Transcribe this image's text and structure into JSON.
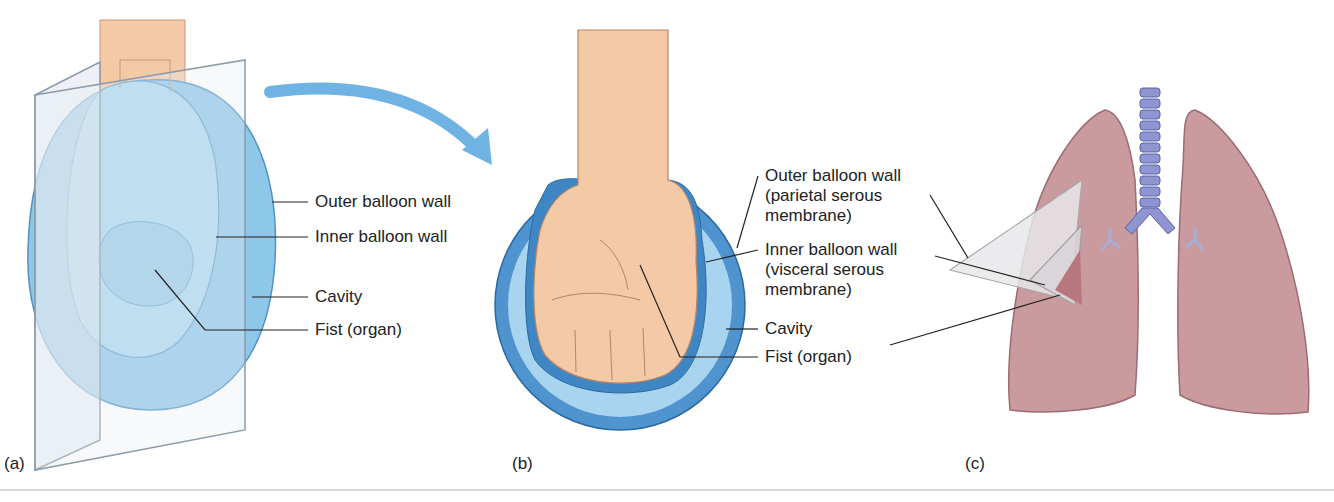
{
  "diagram": {
    "labels": [
      "Outer balloon wall",
      "Inner balloon wall",
      "Cavity",
      "Fist (organ)",
      "Outer balloon wall (parietal serous membrane)",
      "Inner balloon wall (visceral serous membrane)",
      "Cavity",
      "Fist (organ)",
      "(a)",
      "(b)",
      "(c)"
    ]
  }
}
